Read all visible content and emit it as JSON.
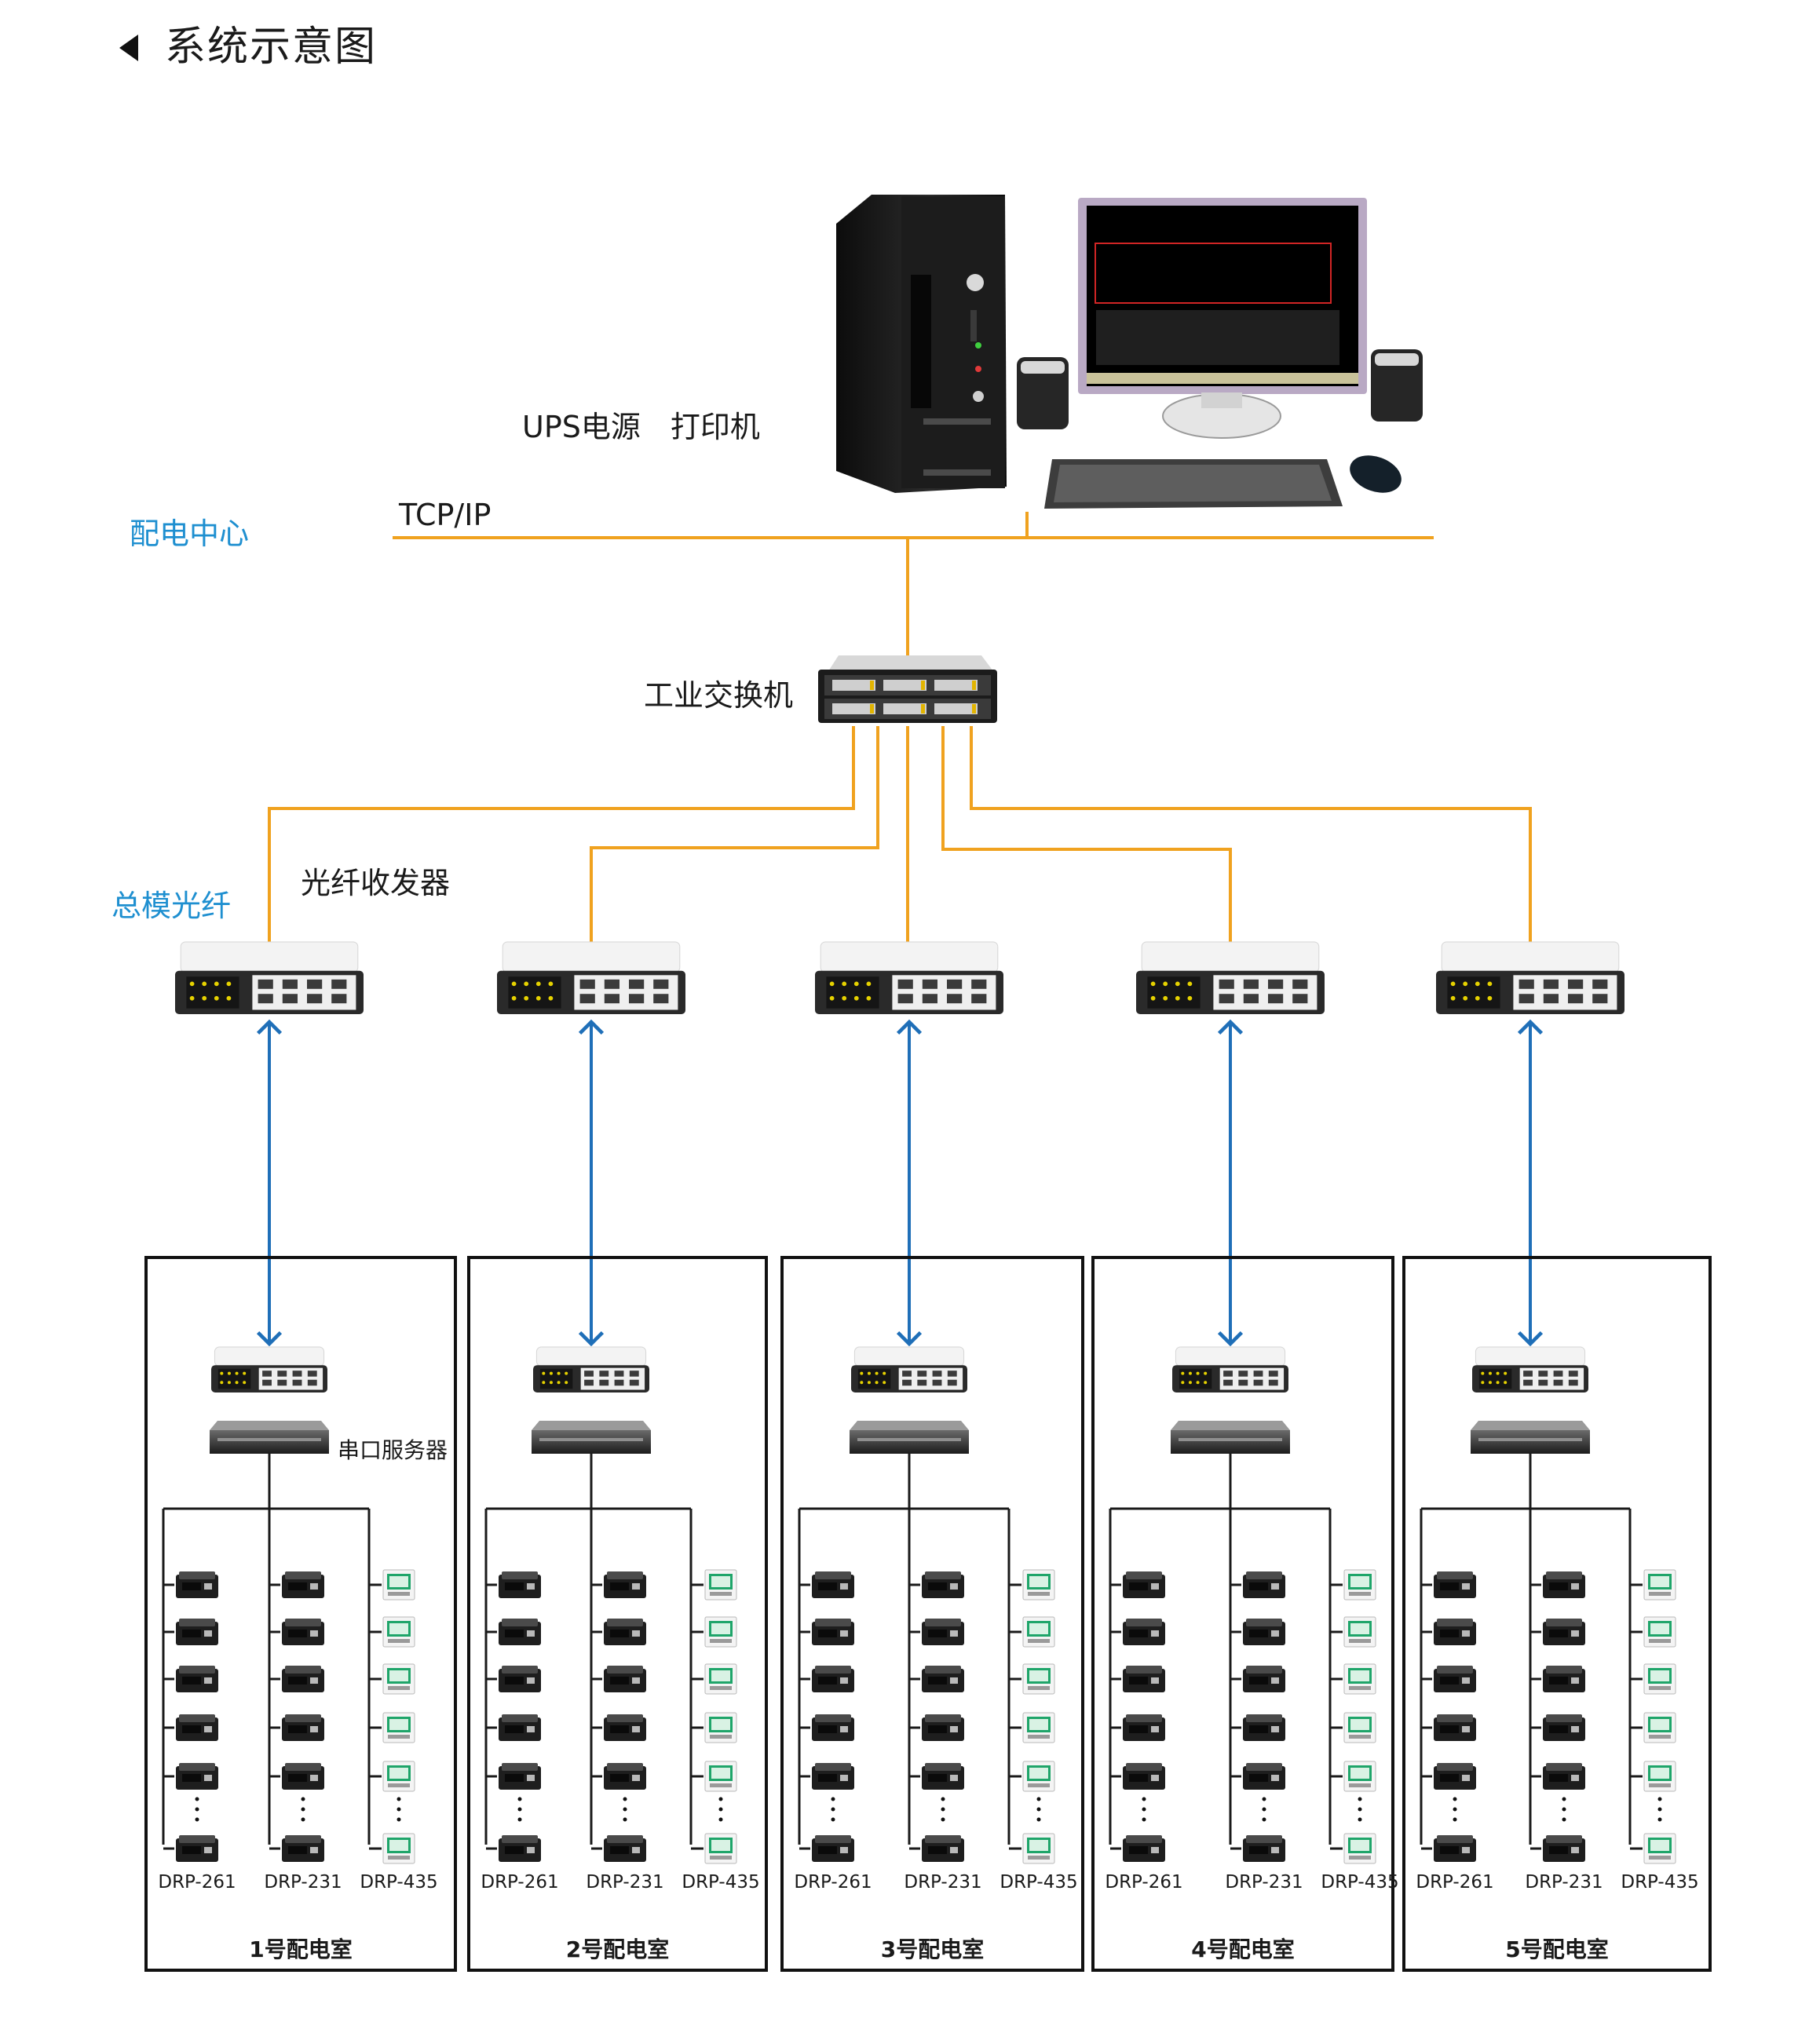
{
  "title": "系统示意图",
  "labels": {
    "center": "配电中心",
    "tcpip": "TCP/IP",
    "ups_printer": "UPS电源　打印机",
    "switch": "工业交换机",
    "multimode_fiber": "总模光纤",
    "transceiver": "光纤收发器",
    "serial_server": "串口服务器"
  },
  "colors": {
    "network_line": "#f0a21f",
    "fiber_arrow": "#1f6fb8",
    "blue_label": "#1e8fd0",
    "room_border": "#111111"
  },
  "rooms": [
    {
      "name": "1号配电室",
      "devices": [
        "DRP-261",
        "DRP-231",
        "DRP-435"
      ]
    },
    {
      "name": "2号配电室",
      "devices": [
        "DRP-261",
        "DRP-231",
        "DRP-435"
      ]
    },
    {
      "name": "3号配电室",
      "devices": [
        "DRP-261",
        "DRP-231",
        "DRP-435"
      ]
    },
    {
      "name": "4号配电室",
      "devices": [
        "DRP-261",
        "DRP-231",
        "DRP-435"
      ]
    },
    {
      "name": "5号配电室",
      "devices": [
        "DRP-261",
        "DRP-231",
        "DRP-435"
      ]
    }
  ]
}
